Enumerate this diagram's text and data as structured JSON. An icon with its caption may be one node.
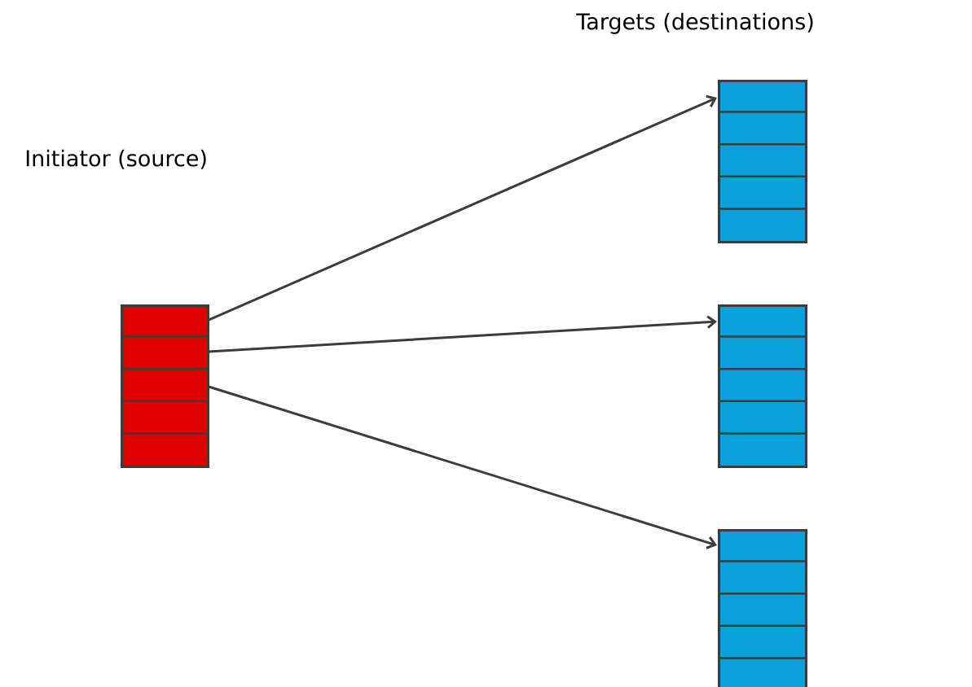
{
  "diagram": {
    "nodes": [
      {
        "text": [],
        "shape": "box"
      },
      {
        "text": [],
        "shape": "box"
      },
      {
        "text": [],
        "shape": "box"
      },
      {
        "text": [],
        "shape": "box"
      }
    ],
    "edges": [
      {
        "from": 0,
        "to": 1,
        "arrow": "to"
      },
      {
        "from": 0,
        "to": 2,
        "arrow": "to"
      },
      {
        "from": 0,
        "to": 3,
        "arrow": "to"
      }
    ],
    "labels": [
      "Targets (destinations)",
      "Initiator (source)"
    ]
  }
}
